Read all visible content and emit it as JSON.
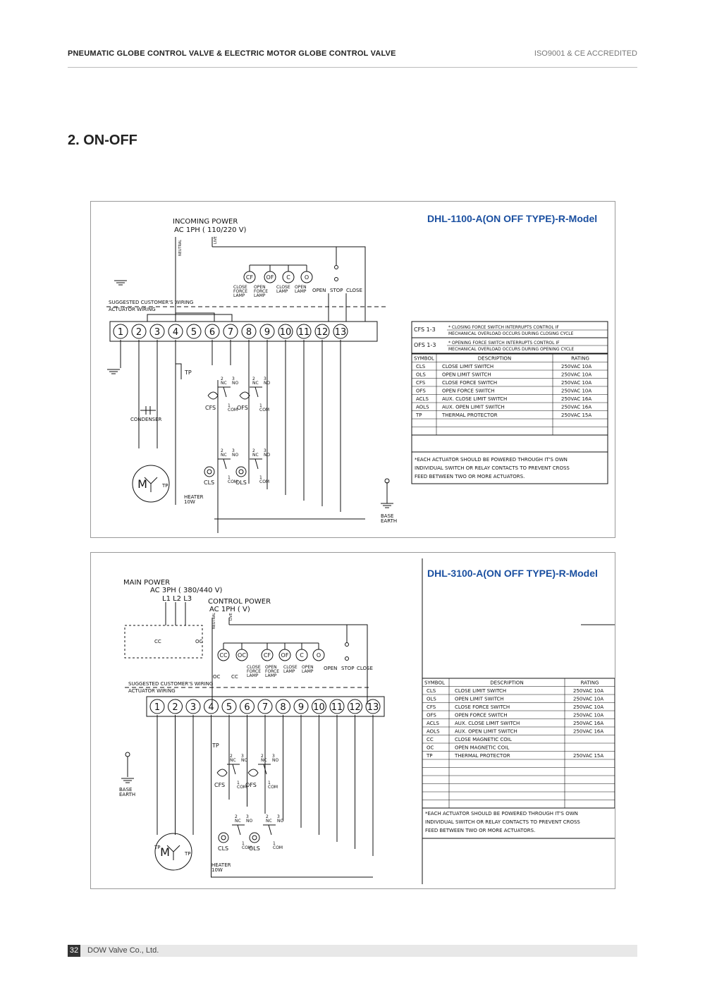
{
  "header": {
    "title": "PNEUMATIC GLOBE CONTROL VALVE  & ELECTRIC MOTOR GLOBE CONTROL VALVE",
    "accreditation": "ISO9001 & CE ACCREDITED"
  },
  "section_title": "2. ON-OFF",
  "diagram1": {
    "model": "DHL-1100-A(ON OFF TYPE)-R-Model",
    "power_line1": "INCOMING  POWER",
    "power_line2": "AC  1PH  (    110/220  V)",
    "neutral": "NEUTRAL",
    "live": "LIVE",
    "wiring_customer": "SUGGESTED  CUSTOMER'S  WIRING",
    "wiring_actuator": "ACTUATOR  WIRING",
    "terminals": [
      "1",
      "2",
      "3",
      "4",
      "5",
      "6",
      "7",
      "8",
      "9",
      "10",
      "11",
      "12",
      "13"
    ],
    "lamps": [
      "CF",
      "OF",
      "C",
      "O"
    ],
    "lamp_labels": [
      "CLOSE\nFORCE\nLAMP",
      "OPEN\nFORCE\nLAMP",
      "CLOSE\nLAMP",
      "OPEN\nLAMP"
    ],
    "switch_labels": [
      "OPEN",
      "STOP",
      "CLOSE"
    ],
    "tp": "TP",
    "condenser": "CONDENSER",
    "motor": "M",
    "heater": "HEATER\n10W",
    "base_earth": "BASE\nEARTH",
    "cfs_label": "CFS",
    "ofs_label": "OFS",
    "cls_label": "CLS",
    "ols_label": "OLS",
    "nc": "NC",
    "no": "NO",
    "com": "COM",
    "notes": [
      {
        "code": "CFS  1-3",
        "line1": "* CLOSING  FORCE  SWITCH  INTERRUPTS  CONTROL  IF",
        "line2": "MECHANICAL  OVERLOAD  OCCURS  DURING  CLOSING  CYCLE"
      },
      {
        "code": "OFS  1-3",
        "line1": "* OPENING  FORCE  SWITCH  INTERRUPTS  CONTROL  IF",
        "line2": "MECHANICAL  OVERLOAD  OCCURS  DURING  OPENING  CYCLE"
      }
    ],
    "table_headers": [
      "SYMBOL",
      "DESCRIPTION",
      "RATING"
    ],
    "table_rows": [
      [
        "CLS",
        "CLOSE  LIMIT  SWITCH",
        "250VAC  10A"
      ],
      [
        "OLS",
        "OPEN  LIMIT  SWITCH",
        "250VAC  10A"
      ],
      [
        "CFS",
        "CLOSE  FORCE  SWITCH",
        "250VAC  10A"
      ],
      [
        "OFS",
        "OPEN  FORCE  SWITCH",
        "250VAC  10A"
      ],
      [
        "ACLS",
        "AUX.  CLOSE  LIMIT  SWITCH",
        "250VAC  16A"
      ],
      [
        "AOLS",
        "AUX.  OPEN  LIMIT  SWITCH",
        "250VAC  16A"
      ],
      [
        "TP",
        "THERMAL  PROTECTOR",
        "250VAC  15A"
      ]
    ],
    "caution": [
      "*EACH  ACTUATOR  SHOULD  BE  POWERED  THROUGH  IT'S  OWN",
      "INDIVIDUAL  SWITCH  OR  RELAY  CONTACTS  TO  PREVENT  CROSS",
      "FEED  BETWEEN  TWO  OR  MORE  ACTUATORS."
    ]
  },
  "diagram2": {
    "model": "DHL-3100-A(ON OFF TYPE)-R-Model",
    "main_power1": "MAIN  POWER",
    "main_power2": "AC  3PH  (  380/440   V)",
    "phases": "L1  L2  L3",
    "control_power1": "CONTROL  POWER",
    "control_power2": "AC  1PH  (      V)",
    "neutral": "NEUTRAL",
    "live": "LIVE",
    "wiring_customer": "SUGGESTED  CUSTOMER'S  WIRING",
    "wiring_actuator": "ACTUATOR  WIRING",
    "terminals": [
      "1",
      "2",
      "3",
      "4",
      "5",
      "6",
      "7",
      "8",
      "9",
      "10",
      "11",
      "12",
      "13"
    ],
    "lamps": [
      "CC",
      "OC",
      "CF",
      "OF",
      "C",
      "O"
    ],
    "cc": "CC",
    "oc": "OC",
    "lamp_labels": [
      "CLOSE\nFORCE\nLAMP",
      "OPEN\nFORCE\nLAMP",
      "CLOSE\nLAMP",
      "OPEN\nLAMP"
    ],
    "switch_labels": [
      "OPEN",
      "STOP",
      "CLOSE"
    ],
    "tp": "TP",
    "motor": "M",
    "heater": "HEATER\n10W",
    "base_earth": "BASE\nEARTH",
    "cfs_label": "CFS",
    "ofs_label": "OFS",
    "cls_label": "CLS",
    "ols_label": "OLS",
    "nc": "NC",
    "no": "NO",
    "com": "COM",
    "table_headers": [
      "SYMBOL",
      "DESCRIPTION",
      "RATING"
    ],
    "table_rows": [
      [
        "CLS",
        "CLOSE  LIMIT  SWITCH",
        "250VAC  10A"
      ],
      [
        "OLS",
        "OPEN  LIMIT  SWITCH",
        "250VAC  10A"
      ],
      [
        "CFS",
        "CLOSE  FORCE  SWITCH",
        "250VAC  10A"
      ],
      [
        "OFS",
        "OPEN  FORCE  SWITCH",
        "250VAC  10A"
      ],
      [
        "ACLS",
        "AUX.  CLOSE  LIMIT  SWITCH",
        "250VAC  16A"
      ],
      [
        "AOLS",
        "AUX.  OPEN  LIMIT  SWITCH",
        "250VAC  16A"
      ],
      [
        "CC",
        "CLOSE  MAGNETIC  COIL",
        ""
      ],
      [
        "OC",
        "OPEN  MAGNETIC  COIL",
        ""
      ],
      [
        "TP",
        "THERMAL  PROTECTOR",
        "250VAC  15A"
      ]
    ],
    "caution": [
      "*EACH  ACTUATOR  SHOULD  BE  POWERED  THROUGH  IT'S  OWN",
      "INDIVIDUAL  SWITCH  OR  RELAY  CONTACTS  TO  PREVENT  CROSS",
      "FEED  BETWEEN  TWO  OR  MORE  ACTUATORS."
    ]
  },
  "footer": {
    "page_number": "32",
    "company": "DOW Valve Co., Ltd."
  }
}
